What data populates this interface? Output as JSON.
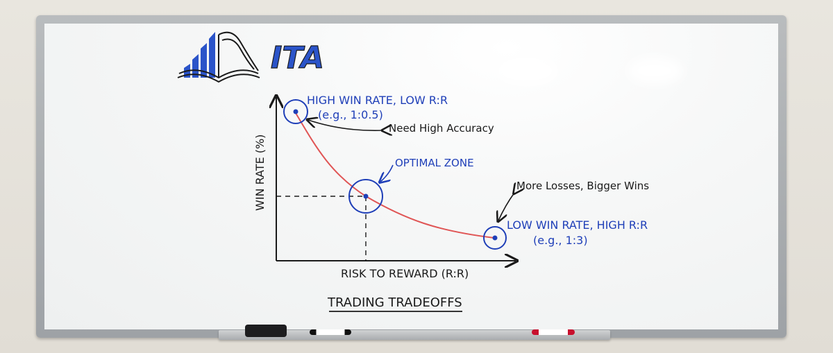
{
  "logo": {
    "text": "ITA"
  },
  "title": "TRADING TRADEOFFS",
  "axes": {
    "x_label": "RISK TO REWARD (R:R)",
    "y_label": "WIN RATE (%)"
  },
  "annotations": {
    "high_win_title": "HIGH WIN RATE, LOW R:R",
    "high_win_example": "(e.g., 1:0.5)",
    "high_accuracy": "Need High Accuracy",
    "optimal_zone": "OPTIMAL ZONE",
    "more_losses": "More Losses, Bigger Wins",
    "low_win_title": "LOW WIN RATE, HIGH R:R",
    "low_win_example": "(e.g., 1:3)"
  },
  "colors": {
    "blue_ink": "#1f3fb8",
    "black_ink": "#1a1a1a",
    "red_ink": "#e05555",
    "logo_blue": "#2b54c9"
  },
  "tray_items": {
    "marker_black": "black marker",
    "marker_red": "red marker",
    "eraser": "eraser"
  }
}
